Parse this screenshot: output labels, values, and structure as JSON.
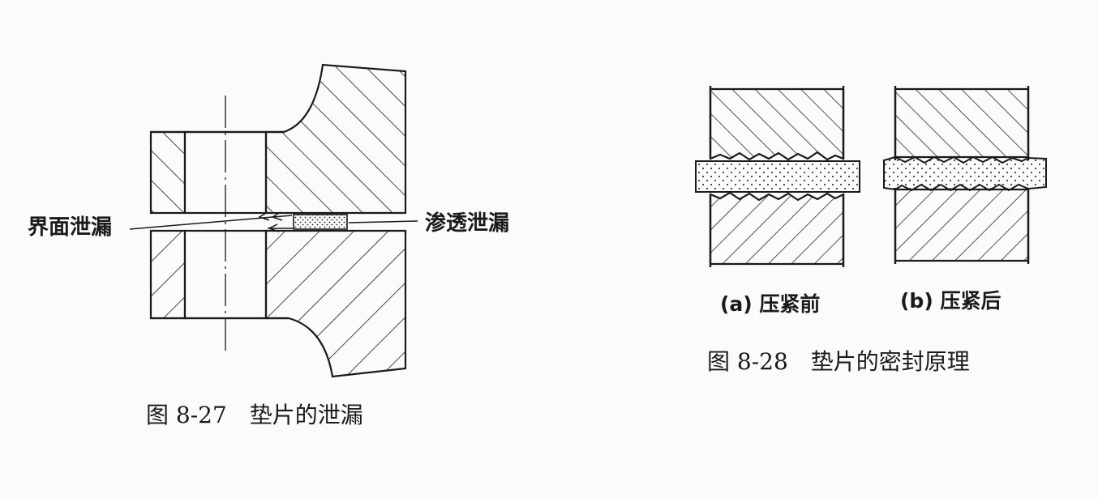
{
  "figure_27": {
    "caption": "图 8-27　垫片的泄漏",
    "label_left": "界面泄漏",
    "label_right": "渗透泄漏"
  },
  "figure_28": {
    "caption": "图 8-28　垫片的密封原理",
    "sub_a": "(a) 压紧前",
    "sub_b": "(b) 压紧后"
  },
  "colors": {
    "ink": "#1a1a1a",
    "paper": "#fbfbf9"
  }
}
